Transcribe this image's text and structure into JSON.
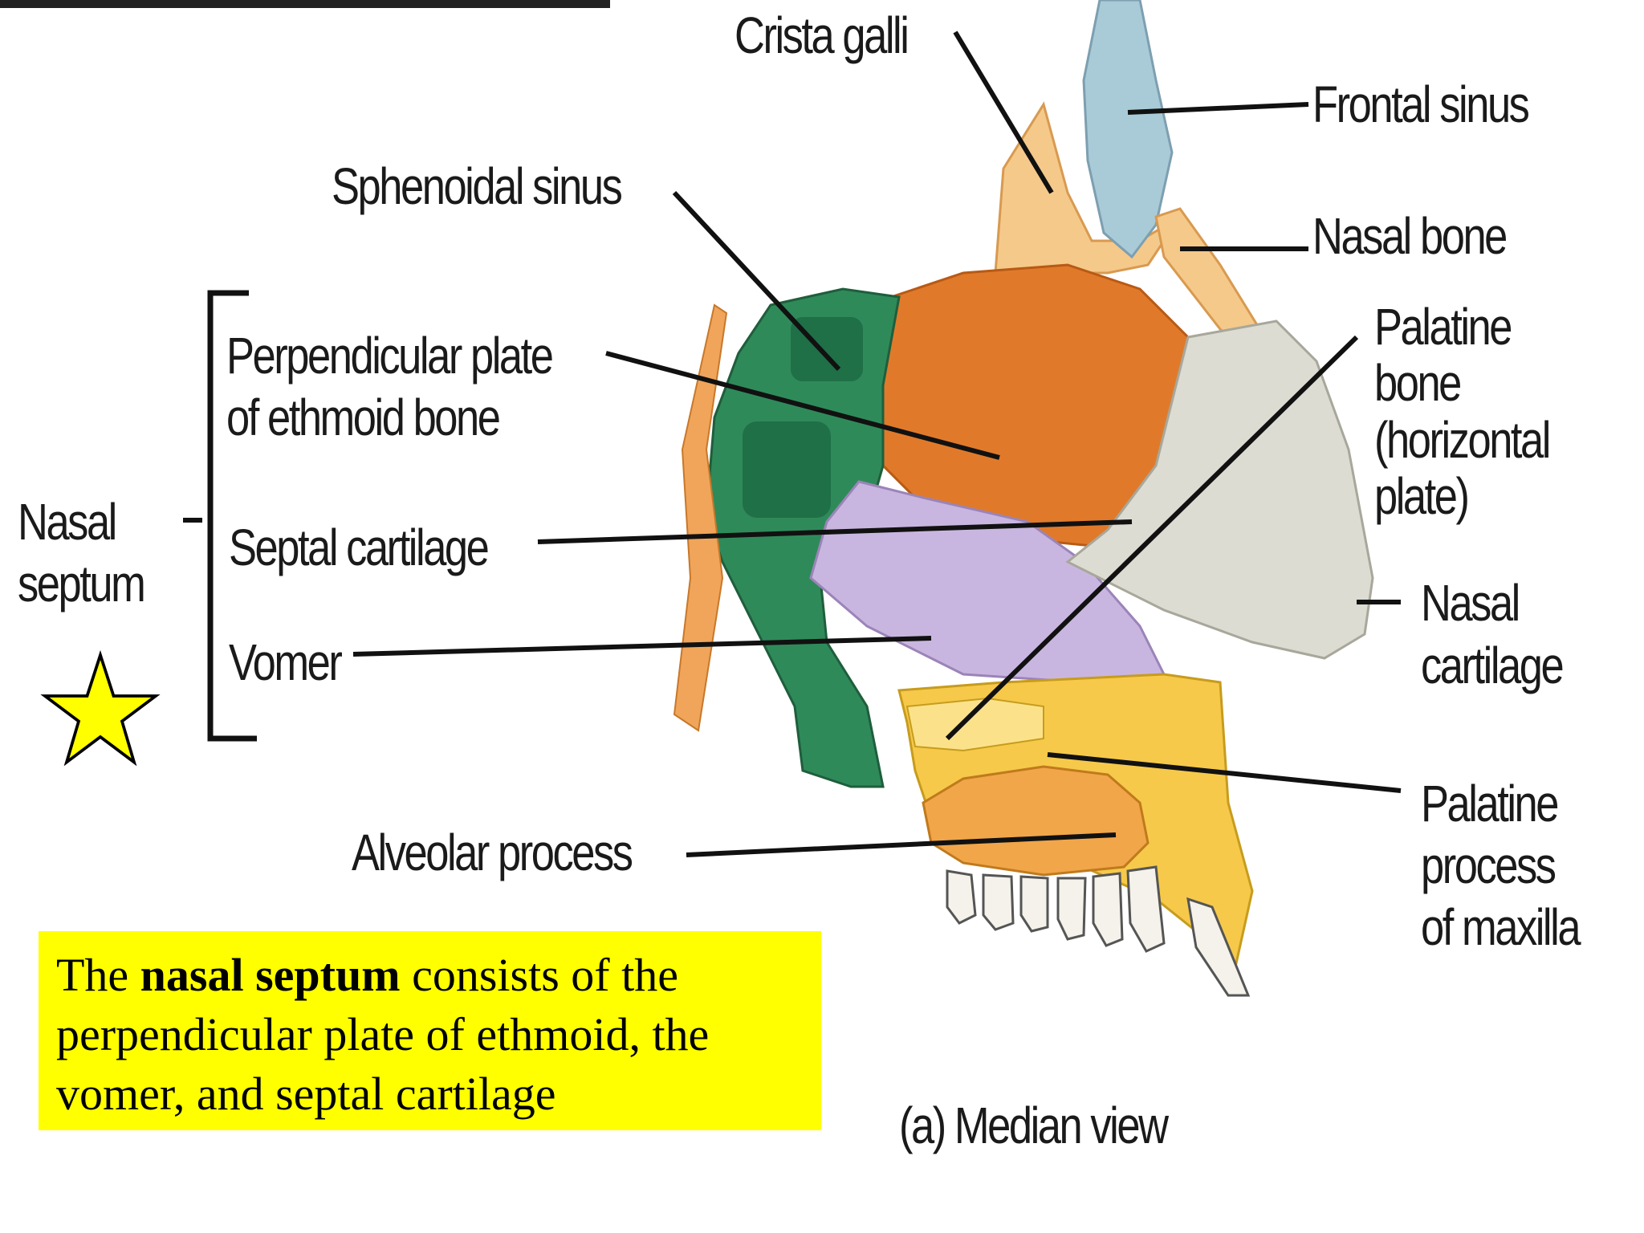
{
  "labels": {
    "crista_galli": "Crista galli",
    "frontal_sinus": "Frontal sinus",
    "sphenoidal_sinus": "Sphenoidal sinus",
    "nasal_bone": "Nasal bone",
    "palatine_bone": [
      "Palatine bone",
      "(horizontal",
      "plate)"
    ],
    "perpendicular_plate": [
      "Perpendicular plate",
      "of ethmoid bone"
    ],
    "nasal_septum": [
      "Nasal",
      "septum"
    ],
    "septal_cartilage": "Septal cartilage",
    "vomer": "Vomer",
    "nasal_cartilage": [
      "Nasal",
      "cartilage"
    ],
    "palatine_process": [
      "Palatine",
      "process",
      "of maxilla"
    ],
    "alveolar_process": "Alveolar process"
  },
  "caption": "(a) Median view",
  "note": {
    "lead": "The ",
    "bold": "nasal septum",
    "rest": " consists of the perpendicular plate of ethmoid, the vomer, and septal cartilage",
    "background": "#ffff00"
  },
  "star_icon": "star-icon",
  "colors": {
    "ethmoid_orange": "#e07a2a",
    "sphenoid_green": "#2f8a5a",
    "septal_purple": "#c9b6e0",
    "cartilage_gray": "#dddcd2",
    "maxilla_yellow": "#f6c94a",
    "bone_tan": "#f5c98a",
    "sinus_blue": "#a9cbd8"
  }
}
